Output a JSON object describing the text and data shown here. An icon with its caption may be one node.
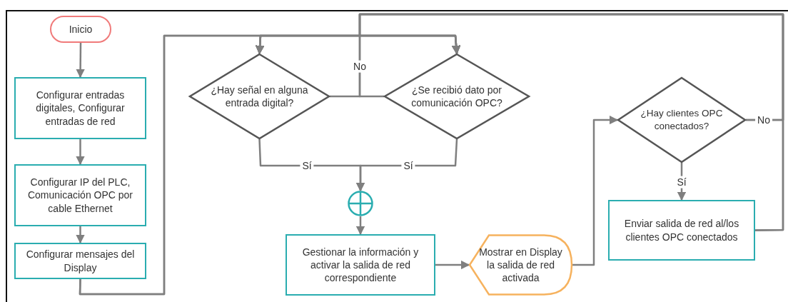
{
  "diagram": {
    "nodes": [
      {
        "text": [
          "Inicio"
        ]
      },
      {
        "text": [
          "Configurar entradas digitales, Configurar entradas de red"
        ]
      },
      {
        "text": [
          "Configurar IP del PLC, Comunicación OPC por cable Ethernet"
        ]
      },
      {
        "text": [
          "Configurar  mensajes del Display"
        ]
      },
      {
        "text": [
          "¿Hay señal en alguna entrada digital?"
        ]
      },
      {
        "text": [
          "¿Se recibió dato por comunicación OPC?"
        ]
      },
      {
        "text": [],
        "shape": "circle"
      },
      {
        "text": [
          "Gestionar la información y activar la salida de red correspondiente"
        ]
      },
      {
        "text": [
          "Mostrar  en Display la salida de red activada"
        ]
      },
      {
        "text": [
          "¿Hay clientes OPC conectados?"
        ]
      },
      {
        "text": [
          "Enviar  salida de red al/los clientes OPC conectados"
        ]
      }
    ],
    "edges": [
      {
        "from": 0,
        "to": 1,
        "arrow": "to"
      },
      {
        "from": 1,
        "to": 2,
        "arrow": "to"
      },
      {
        "from": 2,
        "to": 3,
        "arrow": "to"
      },
      {
        "from": 3,
        "to": 4,
        "arrow": "to"
      },
      {
        "from": 3,
        "to": 5,
        "arrow": "to"
      },
      {
        "from": 4,
        "to": 4,
        "arrow": "to",
        "label": "No"
      },
      {
        "from": 5,
        "to": 5,
        "arrow": "to"
      },
      {
        "from": 4,
        "to": 6,
        "arrow": "to",
        "label": "Sí"
      },
      {
        "from": 5,
        "to": 6,
        "arrow": "to",
        "label": "Sí"
      },
      {
        "from": 6,
        "to": 7,
        "arrow": "to"
      },
      {
        "from": 7,
        "to": 8,
        "arrow": "to"
      },
      {
        "from": 8,
        "to": 9,
        "arrow": "to"
      },
      {
        "from": 9,
        "to": 10,
        "arrow": "to",
        "label": "Sí"
      },
      {
        "from": 9,
        "to": 4,
        "arrow": "to",
        "label": "No"
      },
      {
        "from": 9,
        "to": 5,
        "arrow": "to"
      },
      {
        "from": 10,
        "to": 4,
        "arrow": "to"
      },
      {
        "from": 10,
        "to": 5,
        "arrow": "to"
      }
    ]
  }
}
